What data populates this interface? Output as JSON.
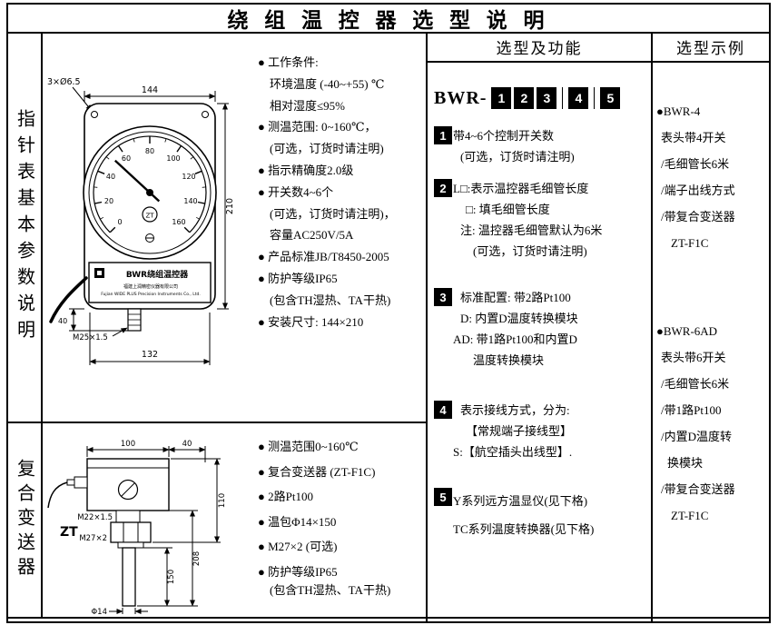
{
  "title": "绕 组 温 控 器 选 型 说 明",
  "headers": {
    "selection": "选型及功能",
    "example": "选型示例"
  },
  "left_labels": {
    "pointer": "指针表基本参数说明",
    "transmitter": "复合变送器"
  },
  "gauge": {
    "dim_holes": "3×Ø6.5",
    "dim_width": "144",
    "dim_height": "210",
    "dim_stem": "40",
    "dim_base": "132",
    "thread": "M25×1.5",
    "plate_title": "BWR绕组温控器",
    "plate_line1": "福建上润精密仪器有限公司",
    "plate_line2": "Fujian WIDE PLUS Precision Instruments Co., Ltd.",
    "logo": "ZT",
    "ticks": [
      "0",
      "20",
      "40",
      "60",
      "80",
      "100",
      "120",
      "140",
      "160"
    ]
  },
  "transmitter_drawing": {
    "dim_w1": "100",
    "dim_w2": "40",
    "dim_h": "110",
    "thread1": "M22×1.5",
    "thread2": "M27×2",
    "dim_len": "150",
    "dim_total": "208",
    "dim_dia": "Φ14",
    "logo": "ZT"
  },
  "pointer_specs": [
    "● 工作条件:",
    "环境温度 (-40~+55) ℃",
    "相对湿度≤95%",
    "● 测温范围: 0~160℃，",
    "(可选，订货时请注明)",
    "● 指示精确度2.0级",
    "● 开关数4~6个",
    "(可选，订货时请注明)，",
    "容量AC250V/5A",
    "● 产品标准JB/T8450-2005",
    "● 防护等级IP65",
    "(包含TH湿热、TA干热)",
    "● 安装尺寸: 144×210"
  ],
  "transmitter_specs": [
    "● 测温范围0~160℃",
    "● 复合变送器 (ZT-F1C)",
    "● 2路Pt100",
    "● 温包Φ14×150",
    "● M27×2 (可选)",
    "● 防护等级IP65",
    "(包含TH湿热、TA干热)"
  ],
  "selection": {
    "model_prefix": "BWR-",
    "digits": [
      "1",
      "2",
      "3",
      "4",
      "5"
    ],
    "groups": [
      {
        "num": "1",
        "lines": [
          "带4~6个控制开关数",
          "(可选，订货时请注明)"
        ]
      },
      {
        "num": "2",
        "lines": [
          "L□:表示温控器毛细管长度",
          "□: 填毛细管长度",
          "注: 温控器毛细管默认为6米",
          "(可选，订货时请注明)"
        ]
      },
      {
        "num": "3",
        "lines": [
          "标准配置: 带2路Pt100",
          "D: 内置D温度转换模块",
          "AD: 带1路Pt100和内置D",
          "温度转换模块"
        ]
      },
      {
        "num": "4",
        "lines": [
          "表示接线方式，分为:",
          "【常规端子接线型】",
          "S:【航空插头出线型】."
        ]
      },
      {
        "num": "5",
        "lines": [
          "Y系列远方温显仪(见下格)",
          "TC系列温度转换器(见下格)"
        ]
      }
    ]
  },
  "examples": [
    {
      "lines": [
        "●BWR-4",
        "表头带4开关",
        "/毛细管长6米",
        "/端子出线方式",
        "/带复合变送器",
        "ZT-F1C"
      ]
    },
    {
      "lines": [
        "●BWR-6AD",
        "表头带6开关",
        "/毛细管长6米",
        "/带1路Pt100",
        "/内置D温度转",
        "换模块",
        "/带复合变送器",
        "ZT-F1C"
      ]
    }
  ]
}
